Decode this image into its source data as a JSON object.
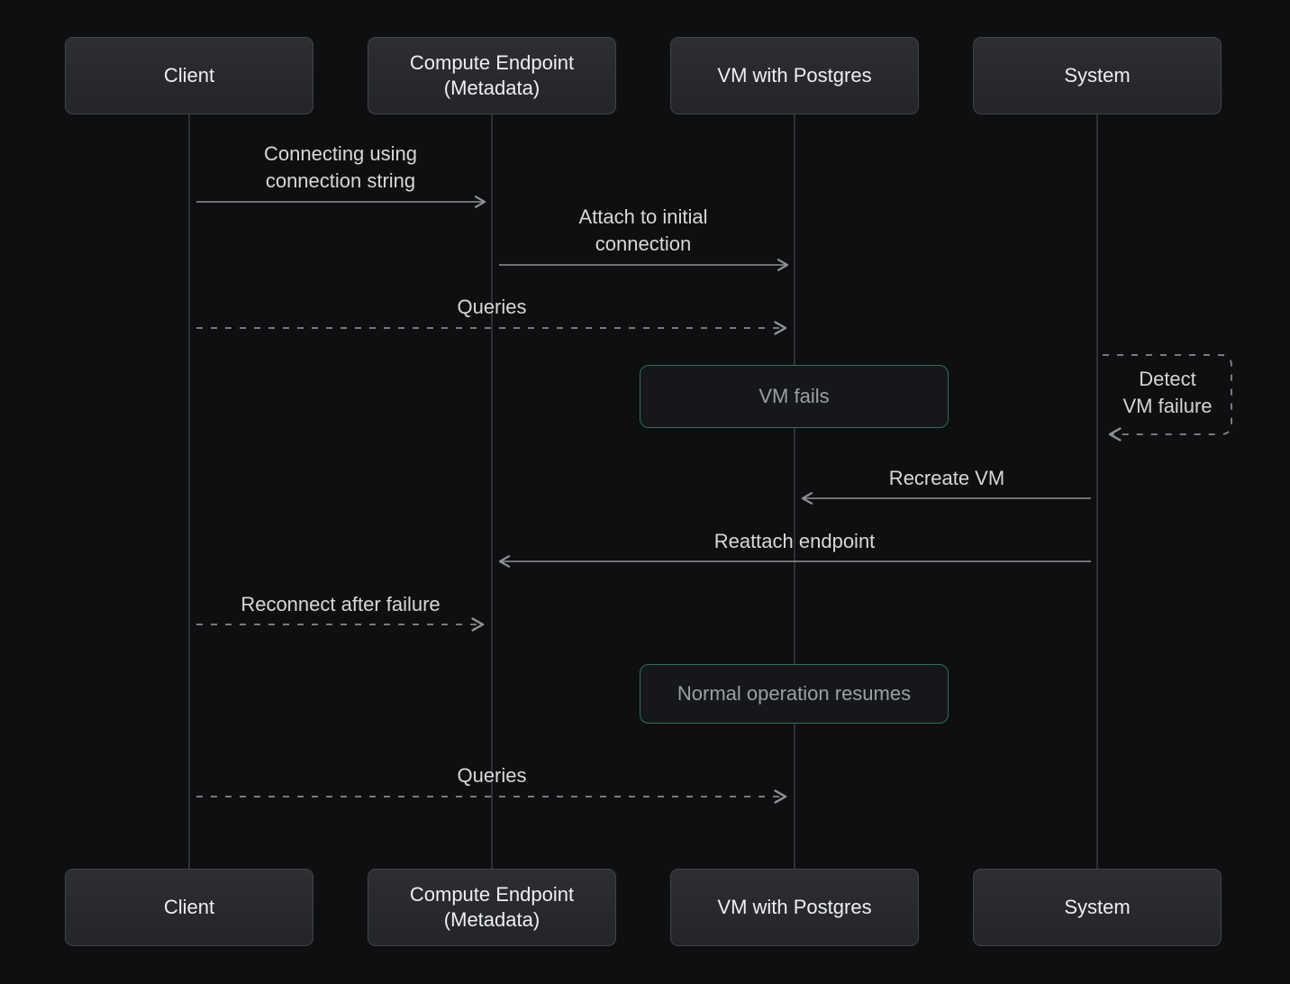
{
  "palette": {
    "background": "#0e0f10",
    "actor_fill": "#26282c",
    "actor_border": "#404349",
    "lifeline": "#2e3034",
    "arrow": "#8f9296",
    "note_border": "#2b7159",
    "note_text": "#9aa0a6",
    "label_text": "#d6d8da"
  },
  "actors": {
    "client": "Client",
    "compute_endpoint": "Compute Endpoint\n(Metadata)",
    "vm_postgres": "VM with Postgres",
    "system": "System"
  },
  "messages": {
    "connect": "Connecting using\nconnection string",
    "attach": "Attach to initial\nconnection",
    "queries1": "Queries",
    "vm_fails": "VM fails",
    "detect_vm_failure": "Detect\nVM failure",
    "recreate_vm": "Recreate VM",
    "reattach_endpoint": "Reattach endpoint",
    "reconnect": "Reconnect after failure",
    "normal_operation": "Normal operation resumes",
    "queries2": "Queries"
  }
}
